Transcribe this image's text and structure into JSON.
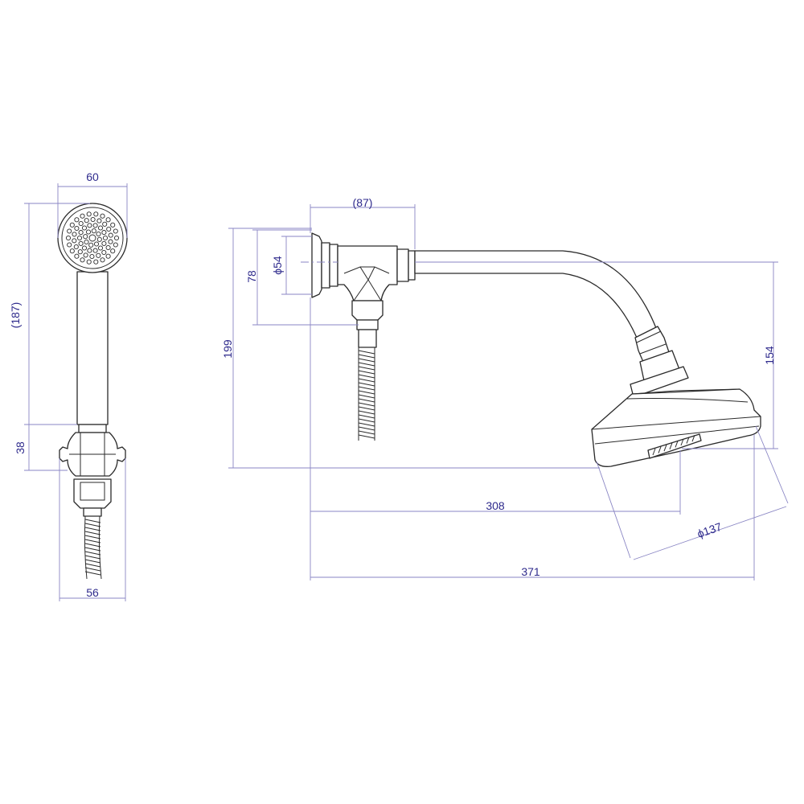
{
  "dimensions": {
    "handset_width": "60",
    "handset_length": "(187)",
    "holder_height": "38",
    "holder_width": "56",
    "flange_depth": "(87)",
    "flange_diameter": "54",
    "flange_height": "78",
    "outlet_drop": "199",
    "head_drop": "154",
    "arm_projection": "308",
    "overall_projection": "371",
    "head_diameter": "137",
    "diameter_symbol": "ϕ"
  },
  "colors": {
    "outline": "#2a2a2a",
    "dimension_line": "#8a86c4",
    "dimension_text": "#2e2a8c"
  }
}
